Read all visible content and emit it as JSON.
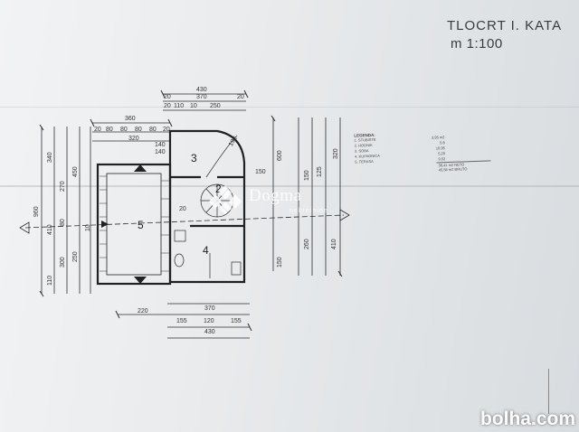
{
  "drawing": {
    "title": "TLOCRT I. KATA",
    "scale": "m  1:100"
  },
  "rooms": [
    "3",
    "2",
    "4",
    "5"
  ],
  "dimensions": {
    "top_430": "430",
    "top_20a": "20",
    "top_370": "370",
    "top_20b": "20",
    "top_20c": "20",
    "top_110": "110",
    "top_10": "10",
    "top_250": "250",
    "top_360": "360",
    "top_20d": "20",
    "top_80a": "80",
    "top_80b": "80",
    "top_80c": "80",
    "top_80d": "80",
    "top_20e": "20",
    "top_320": "320",
    "inner_140a": "140",
    "inner_140b": "140",
    "inner_150": "150",
    "inner_192": "192",
    "inner_20": "20",
    "bottom_220": "220",
    "bottom_370": "370",
    "bottom_155a": "155",
    "bottom_120": "120",
    "bottom_155b": "155",
    "bottom_430": "430",
    "bottom_150": "150",
    "left_960": "960",
    "left_340": "340",
    "left_270": "270",
    "left_300": "300",
    "left_110": "110",
    "left_450": "450",
    "left_410": "410",
    "left_80": "80",
    "left_250": "250",
    "left_10": "10",
    "right_600": "600",
    "right_320": "320",
    "right_150": "150",
    "right_260": "260",
    "right_410": "410",
    "right_125": "125"
  },
  "legend": {
    "title": "LEGENDA:",
    "items": [
      {
        "n": "1.",
        "name": "STUBISTE",
        "area": "3,95 m2"
      },
      {
        "n": "2.",
        "name": "HODNIK",
        "area": "5,6"
      },
      {
        "n": "3.",
        "name": "SOBA",
        "area": "10,95"
      },
      {
        "n": "4.",
        "name": "KUPAONICA",
        "area": "5,20"
      },
      {
        "n": "5.",
        "name": "TERASA",
        "area": "9,52"
      }
    ],
    "neto": "36,41 m2 NETO",
    "bruto": "45,58 m2 BRUTO"
  },
  "watermark": {
    "name": "Dogma",
    "sub": "nekretnine"
  },
  "site_mark": "bolha.com",
  "colors": {
    "paper": "#eceef0",
    "ink": "#2b2e31",
    "watermark": "#ffffff"
  }
}
